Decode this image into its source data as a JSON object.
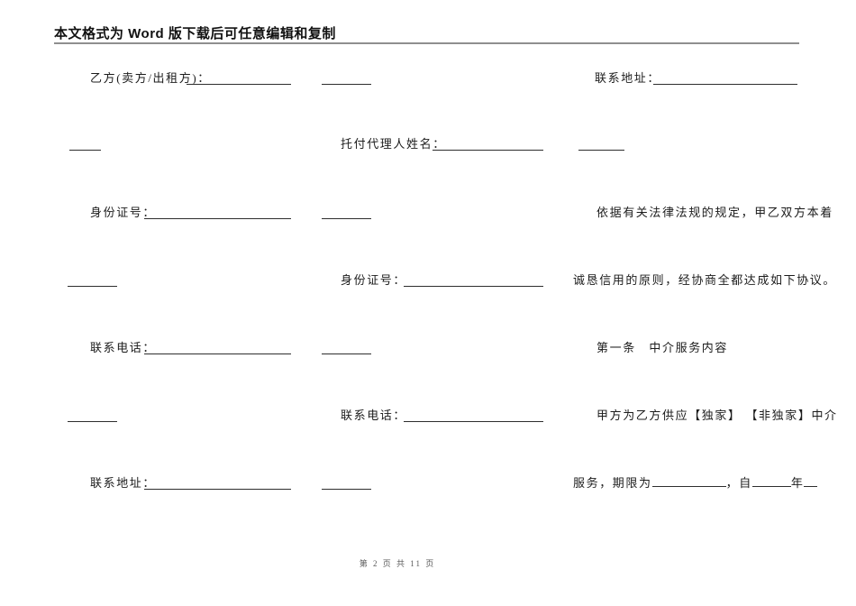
{
  "header": {
    "title": "本文格式为 Word 版下载后可任意编辑和复制"
  },
  "doc": {
    "left": {
      "party_b_label": "乙方(卖方/出租方)：",
      "id_label": "身份证号：",
      "phone_label": "联系电话：",
      "address_label": "联系地址："
    },
    "middle": {
      "agent_name_label": "托付代理人姓名：",
      "id_label": "身份证号：",
      "phone_label": "联系电话："
    },
    "right": {
      "address_label": "联系地址：",
      "legal_basis_line_1": "依据有关法律法规的规定，甲乙双方本着",
      "legal_basis_line_2": "诚恳信用的原则，经协商全都达成如下协议。",
      "clause_one_heading": "第一条　中介服务内容",
      "clause_one_line_1": "甲方为乙方供应【独家】 【非独家】中介",
      "clause_one_line_2_seg1": "服务，期限为",
      "clause_one_line_2_seg2": "，自",
      "clause_one_line_2_seg3": "年"
    }
  },
  "footer": {
    "page_info": "第 2 页 共 11 页"
  }
}
